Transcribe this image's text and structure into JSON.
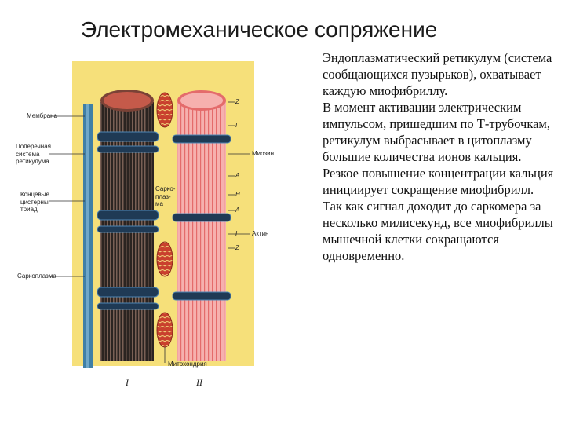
{
  "slide": {
    "title": "Электромеханическое сопряжение",
    "paragraphs": [
      "Эндоплазматический ретикулум (система сообщающихся пузырьков), охватывает каждую миофибриллу.",
      "В момент активации электрическим импульсом, пришедшим по Т-трубочкам, ретикулум выбрасывает в цитоплазму большие количества ионов кальция.",
      "Резкое повышение концентрации кальция инициирует сокращение миофибрилл.",
      "Так как сигнал доходит до саркомера за несколько милисекунд, все миофибриллы мышечной клетки сокращаются одновременно."
    ]
  },
  "figure": {
    "left_labels": {
      "membrane": "Мембрана",
      "transverse": [
        "Поперечная",
        "система",
        "ретикулума"
      ],
      "cisterns": [
        "Концевые",
        "цистерны",
        "триад"
      ],
      "sarcoplasm_left": "Саркоплазма"
    },
    "center_label": [
      "Сарко-",
      "плаз-",
      "ма"
    ],
    "right_labels": {
      "myosin": "Миозин",
      "actin": "Актин",
      "mitochondria": "Митохондрия"
    },
    "zone_letters": [
      "Z",
      "I",
      "A",
      "H",
      "A",
      "I",
      "Z"
    ],
    "roman": [
      "I",
      "II"
    ],
    "colors": {
      "background": "#f6e07a",
      "membrane": "#3f7fa6",
      "dark_fibril": "#2b2421",
      "pink_fibril": "#f4a5a5",
      "reticulum": "#1f3a55",
      "mitochondria": "#c9412e"
    }
  }
}
